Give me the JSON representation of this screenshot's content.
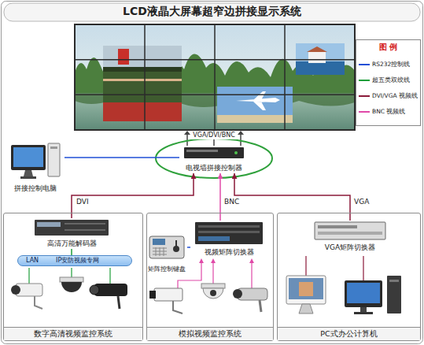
{
  "diagram": {
    "title": "LCD液晶大屏幕超窄边拼接显示系统",
    "nodes": [
      {
        "text": [
          "拼接控制电脑"
        ]
      },
      {
        "text": [
          "电视墙拼接控制器"
        ]
      },
      {
        "text": [
          "数字高清视频监控系统"
        ]
      },
      {
        "text": [
          "高清万能解码器"
        ],
        "in": 2
      },
      {
        "text": [
          "LAN",
          "IP安防视频专网"
        ],
        "in": 2
      },
      {
        "text": [
          "模拟视频监控系统"
        ]
      },
      {
        "text": [
          "矩阵控制键盘"
        ],
        "in": 5
      },
      {
        "text": [
          "视频矩阵切换器"
        ],
        "in": 5
      },
      {
        "text": [
          "PC式办公计算机"
        ]
      },
      {
        "text": [
          "VGA矩阵切换器"
        ],
        "in": 8
      }
    ],
    "edges": [
      {
        "from": 0,
        "to": 1,
        "arrow": "none"
      },
      {
        "from": 3,
        "to": 1,
        "label": "DVI",
        "arrow": "to"
      },
      {
        "from": 7,
        "to": 1,
        "label": "BNC",
        "arrow": "to"
      },
      {
        "from": 9,
        "to": 1,
        "label": "VGA",
        "arrow": "to"
      },
      {
        "from": 6,
        "to": 7,
        "arrow": "none"
      },
      {
        "from": 4,
        "to": 3,
        "arrow": "none"
      }
    ],
    "labels": [
      "VGA/DVI/BNC",
      "图 例"
    ],
    "legend": [
      {
        "text": "RS232控制线"
      },
      {
        "text": "超五类双绞线"
      },
      {
        "text": "DVI/VGA 视频线"
      },
      {
        "text": "BNC 视频线"
      }
    ]
  }
}
